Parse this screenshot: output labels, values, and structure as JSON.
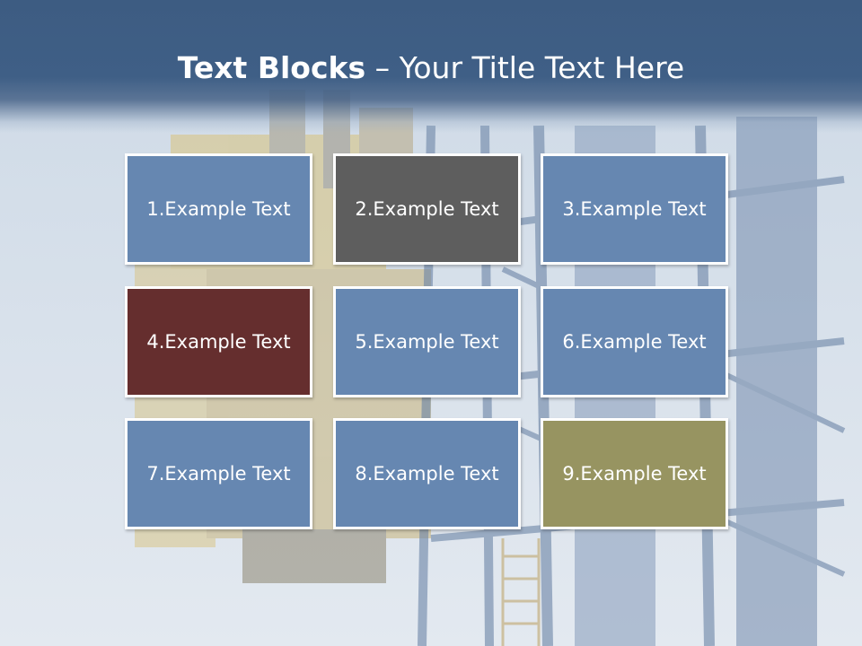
{
  "slide": {
    "title_bold": "Text Blocks",
    "title_rest": " – Your Title Text Here"
  },
  "blocks": [
    {
      "label": "1.Example Text",
      "color": "#6687b1"
    },
    {
      "label": "2.Example Text",
      "color": "#5e5e5e"
    },
    {
      "label": "3.Example Text",
      "color": "#6687b1"
    },
    {
      "label": "4.Example Text",
      "color": "#652e2e"
    },
    {
      "label": "5.Example Text",
      "color": "#6687b1"
    },
    {
      "label": "6.Example Text",
      "color": "#6687b1"
    },
    {
      "label": "7.Example Text",
      "color": "#6687b1"
    },
    {
      "label": "8.Example Text",
      "color": "#6687b1"
    },
    {
      "label": "9.Example Text",
      "color": "#979461"
    }
  ]
}
